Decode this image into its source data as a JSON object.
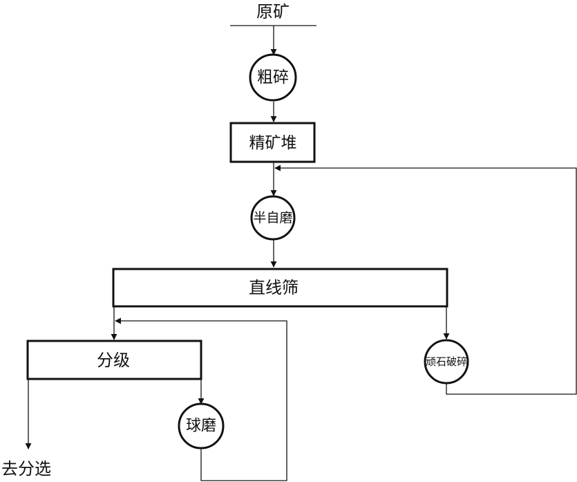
{
  "diagram": {
    "raw_ore": "原矿",
    "coarse_crush": "粗碎",
    "stockpile": "精矿堆",
    "sag_mill": "半自磨",
    "linear_screen": "直线筛",
    "classify": "分级",
    "ball_mill": "球磨",
    "pebble_crush": "顽石破碎",
    "to_separation": "去分选"
  }
}
